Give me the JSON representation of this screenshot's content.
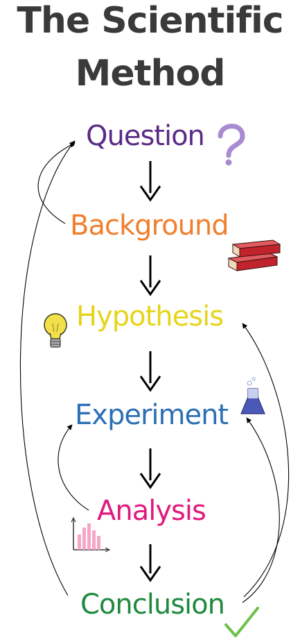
{
  "title": {
    "line1": "The Scientific",
    "line2": "Method"
  },
  "steps": [
    {
      "label": "Question",
      "color": "#5b2a86"
    },
    {
      "label": "Background",
      "color": "#f07f2e"
    },
    {
      "label": "Hypothesis",
      "color": "#e6d41a"
    },
    {
      "label": "Experiment",
      "color": "#2d6fb5"
    },
    {
      "label": "Analysis",
      "color": "#e0197d"
    },
    {
      "label": "Conclusion",
      "color": "#1f8a3f"
    }
  ],
  "icons": {
    "question": "question-mark-icon",
    "background": "books-icon",
    "hypothesis": "light-bulb-icon",
    "experiment": "flask-icon",
    "analysis": "bar-chart-icon",
    "conclusion": "check-mark-icon"
  },
  "colors": {
    "title": "#3a3a3a",
    "arrows": "#000000",
    "question_mark": "#a98bd1",
    "books": "#c0232b",
    "bulb": "#f2e04a",
    "flask": "#4a59b8",
    "chart": "#f4a6c4",
    "check": "#6cc04a"
  }
}
